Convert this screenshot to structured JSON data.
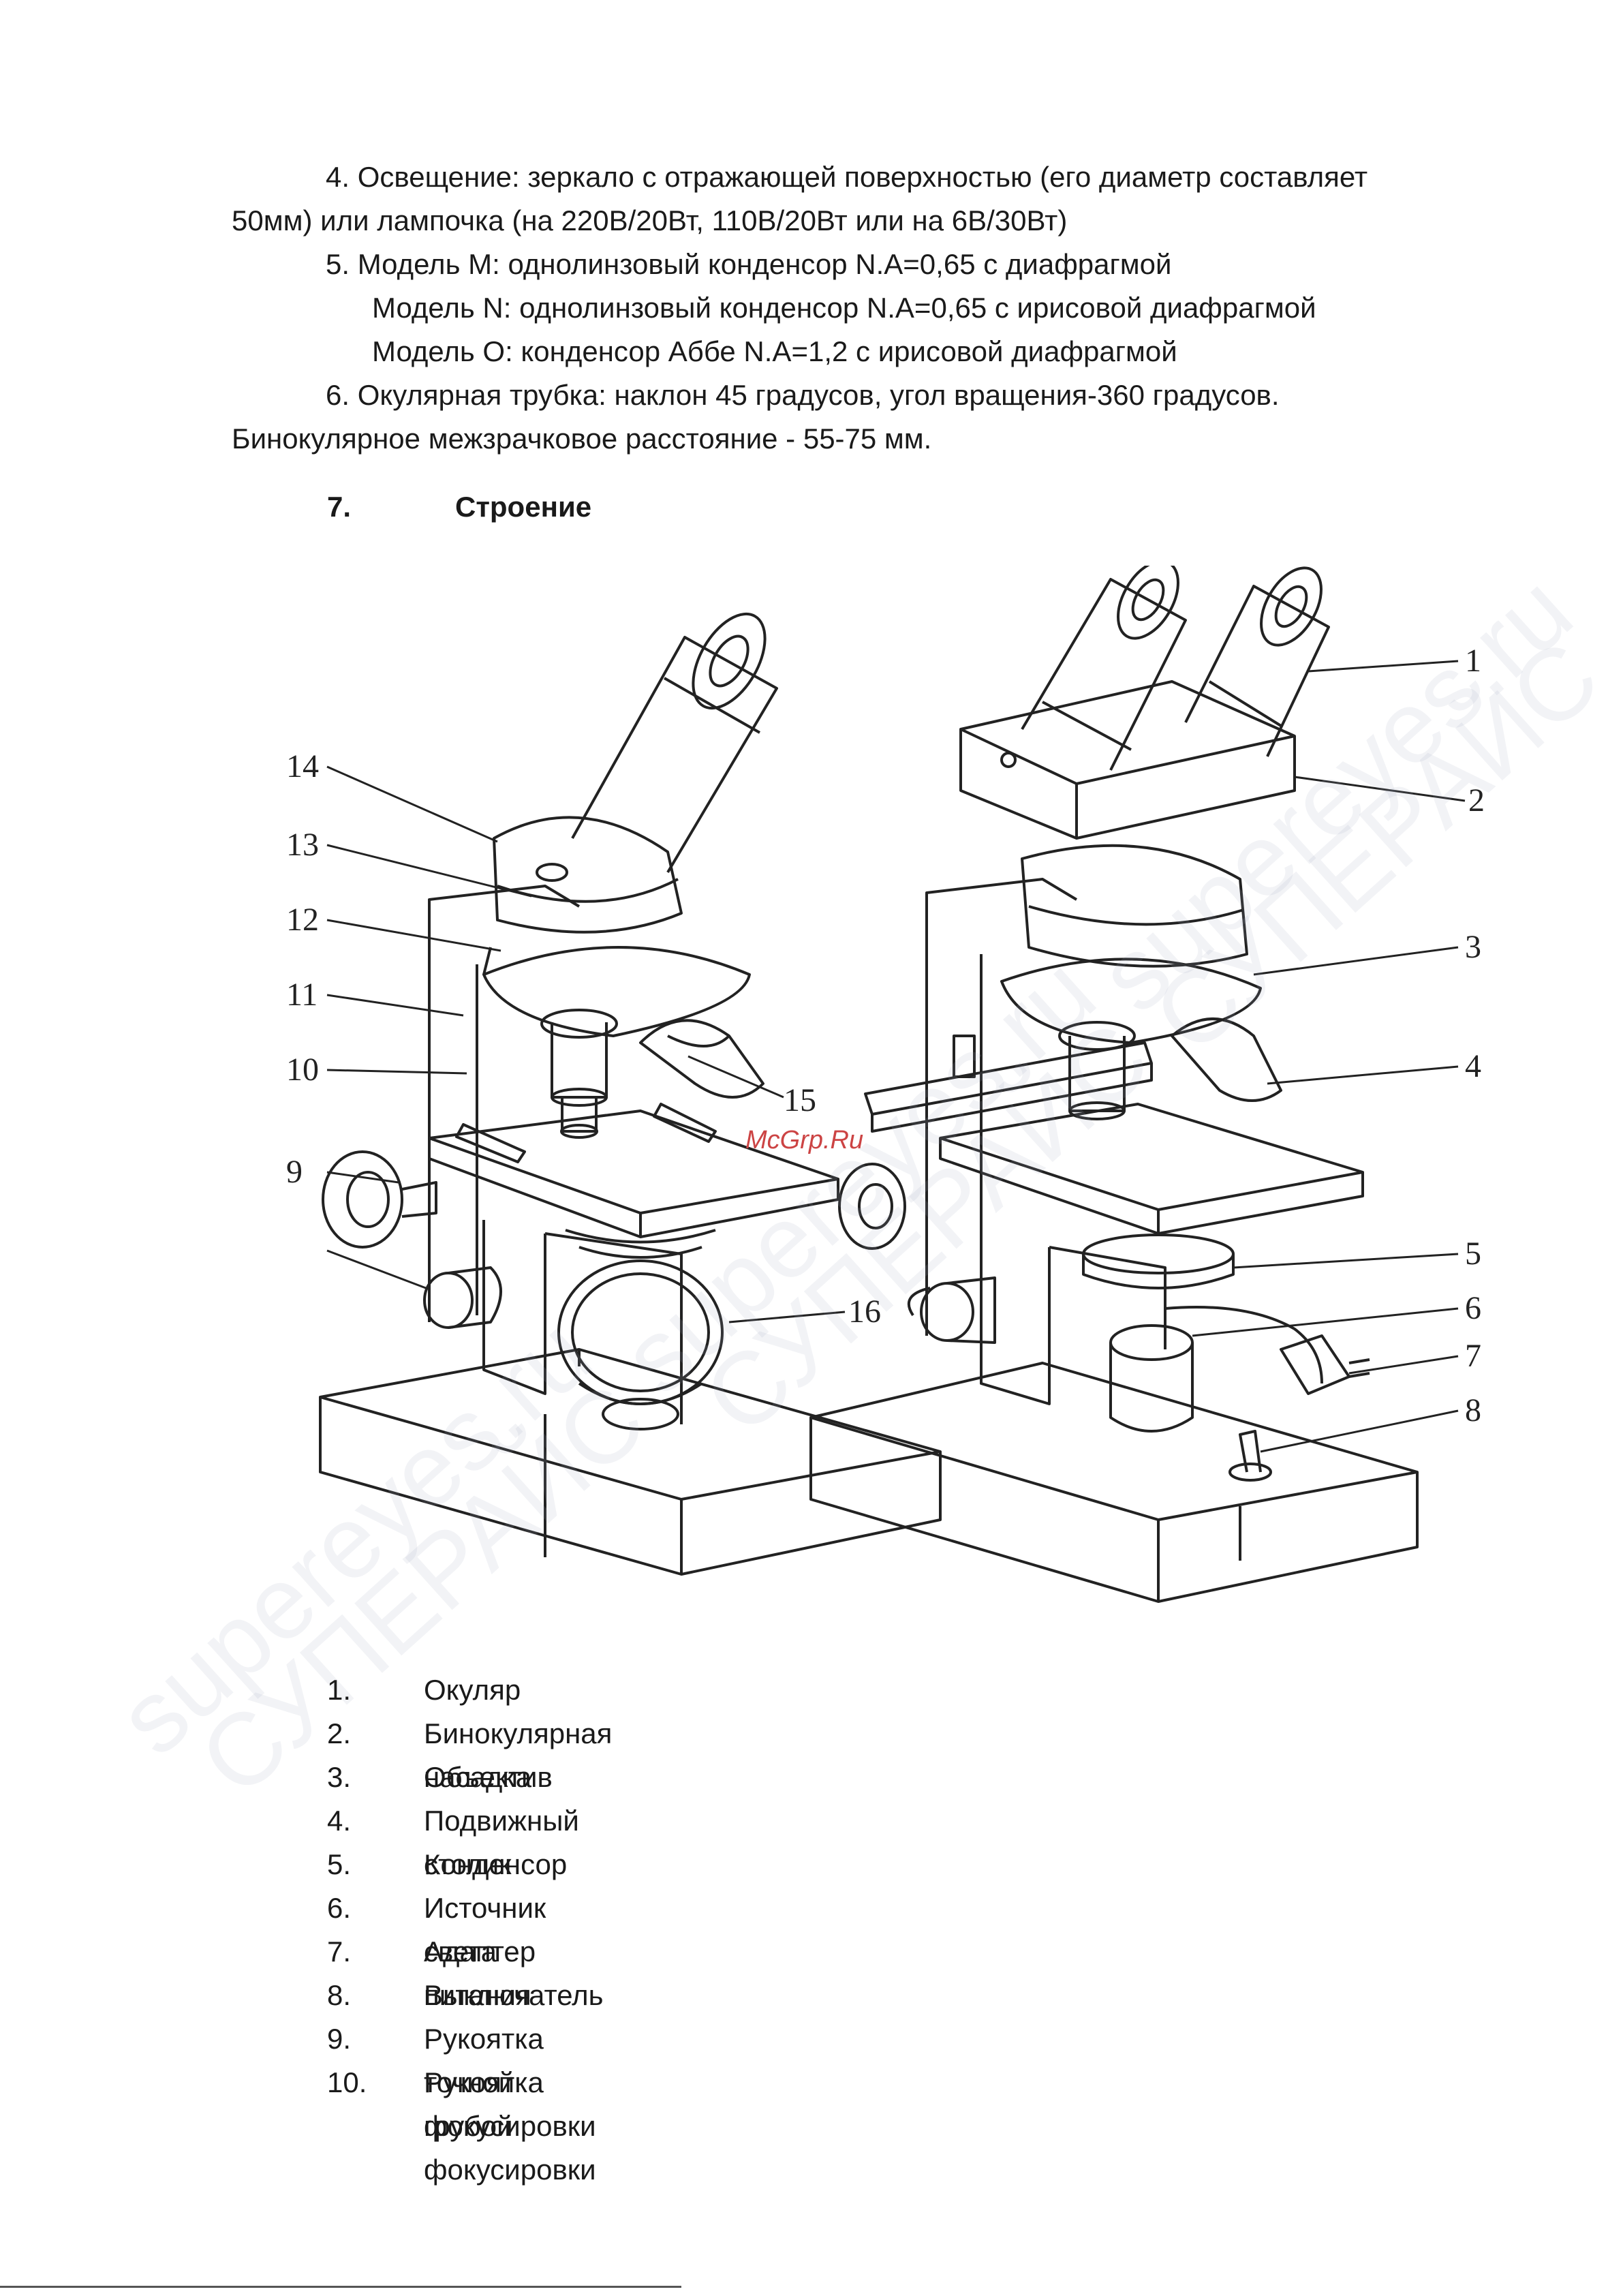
{
  "paragraphs": {
    "p4_line1": "4.  Освещение: зеркало с отражающей поверхностью (его диаметр составляет",
    "p4_line2": "50мм) или лампочка (на 220В/20Вт, 110В/20Вт или на 6В/30Вт)",
    "p5_line1": "5.  Модель M: однолинзовый конденсор N.A=0,65 с диафрагмой",
    "p5_line2": "Модель N: однолинзовый конденсор N.A=0,65 с ирисовой диафрагмой",
    "p5_line3": "Модель O: конденсор Аббе N.A=1,2 с ирисовой диафрагмой",
    "p6_line1": "6.  Окулярная трубка: наклон 45 градусов, угол вращения-360 градусов.",
    "p6_line2": "Бинокулярное межзрачковое расстояние - 55-75 мм."
  },
  "section": {
    "number": "7.",
    "title": "Строение"
  },
  "figure": {
    "labels_left": [
      "14",
      "13",
      "12",
      "11",
      "10",
      "9",
      "15",
      "16"
    ],
    "labels_right": [
      "1",
      "2",
      "3",
      "4",
      "5",
      "6",
      "7",
      "8"
    ],
    "site_mark": "McGrp.Ru"
  },
  "watermark": {
    "latin": "supereyes.ru",
    "cyrillic": "СУПЕРАЙС"
  },
  "parts": [
    {
      "num": "1.",
      "name": "Окуляр"
    },
    {
      "num": "2.",
      "name": "Бинокулярная насадка"
    },
    {
      "num": "3.",
      "name": "Объектив"
    },
    {
      "num": "4.",
      "name": "Подвижный столик"
    },
    {
      "num": "5.",
      "name": "Конденсор"
    },
    {
      "num": "6.",
      "name": "Источник света"
    },
    {
      "num": "7.",
      "name": "Адаптер питания"
    },
    {
      "num": "8.",
      "name": "Выключатель"
    },
    {
      "num": "9.",
      "name": "Рукоятка точной фокусировки"
    },
    {
      "num": "10.",
      "name": "Рукоятка грубой фокусировки"
    }
  ]
}
